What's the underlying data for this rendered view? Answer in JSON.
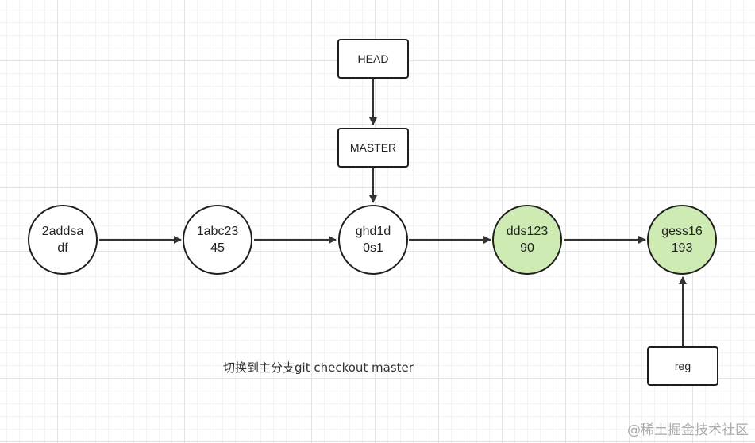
{
  "commits": [
    {
      "id": "c1",
      "line1": "2addsa",
      "line2": "df",
      "highlight": false
    },
    {
      "id": "c2",
      "line1": "1abc23",
      "line2": "45",
      "highlight": false
    },
    {
      "id": "c3",
      "line1": "ghd1d",
      "line2": "0s1",
      "highlight": false
    },
    {
      "id": "c4",
      "line1": "dds123",
      "line2": "90",
      "highlight": true
    },
    {
      "id": "c5",
      "line1": "gess16",
      "line2": "193",
      "highlight": true
    }
  ],
  "refs": {
    "head": "HEAD",
    "master": "MASTER",
    "reg": "reg"
  },
  "caption": "切换到主分支git checkout master",
  "watermark": "@稀土掘金技术社区",
  "colors": {
    "highlight_fill": "#cdebb3",
    "stroke": "#1e1e1e"
  }
}
